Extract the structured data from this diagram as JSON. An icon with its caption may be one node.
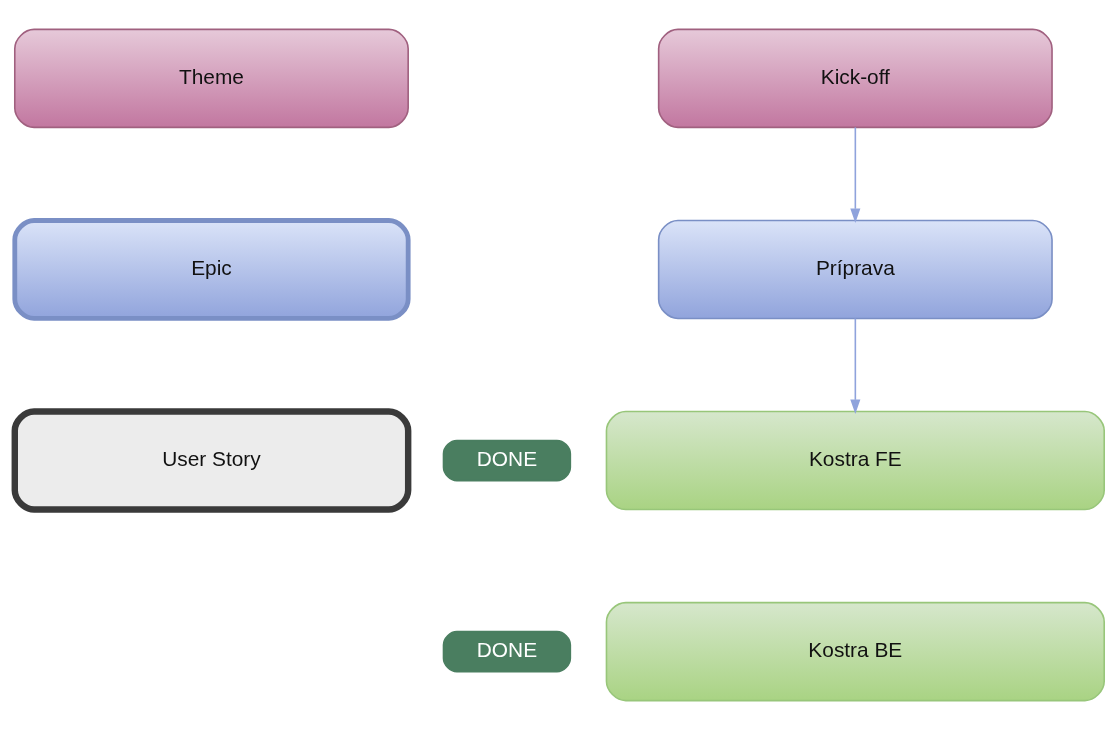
{
  "diagram": {
    "nodes": [
      {
        "text": [
          "Theme"
        ]
      },
      {
        "text": [
          "Epic"
        ]
      },
      {
        "text": [
          "User Story"
        ]
      },
      {
        "text": [
          "Kick-off"
        ]
      },
      {
        "text": [
          "Príprava"
        ]
      },
      {
        "text": [
          "DONE"
        ]
      },
      {
        "text": [
          "Kostra FE"
        ]
      },
      {
        "text": [
          "DONE"
        ]
      },
      {
        "text": [
          "Kostra BE"
        ]
      }
    ],
    "edges": [
      {
        "from": 3,
        "to": 4,
        "arrow": "to"
      },
      {
        "from": 4,
        "to": 6,
        "arrow": "to"
      }
    ]
  }
}
